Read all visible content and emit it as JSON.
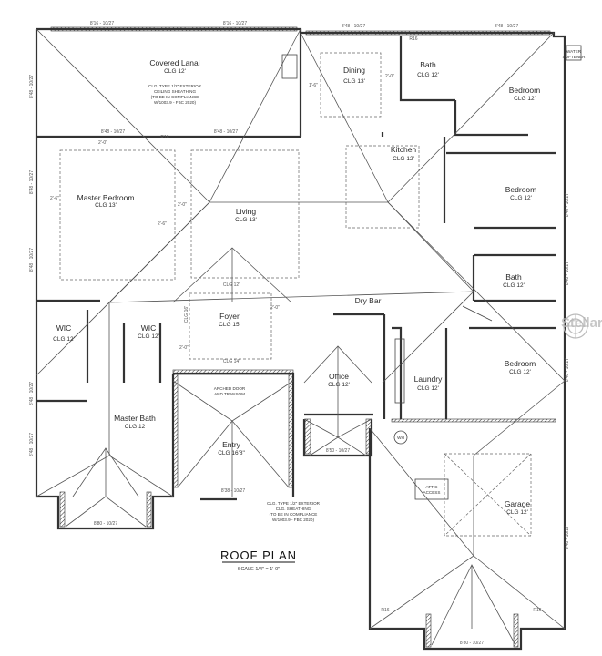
{
  "plan_title": "ROOF PLAN",
  "plan_scale": "SCALE 1/4\" = 1'-0\"",
  "rooms": {
    "covered_lanai": {
      "name": "Covered Lanai",
      "ceiling": "CLG 12'"
    },
    "dining": {
      "name": "Dining",
      "ceiling": "CLG 13'"
    },
    "bath1": {
      "name": "Bath",
      "ceiling": "CLG 12'"
    },
    "bedroom1": {
      "name": "Bedroom",
      "ceiling": "CLG 12'"
    },
    "kitchen": {
      "name": "Kitchen",
      "ceiling": "CLG 12'"
    },
    "master_bedroom": {
      "name": "Master Bedroom",
      "ceiling": "CLG 13'"
    },
    "living": {
      "name": "Living",
      "ceiling": "CLG 13'"
    },
    "bedroom2": {
      "name": "Bedroom",
      "ceiling": "CLG 12'"
    },
    "bath2": {
      "name": "Bath",
      "ceiling": "CLG 12'"
    },
    "dry_bar": {
      "name": "Dry Bar"
    },
    "wic1": {
      "name": "WIC",
      "ceiling": "CLG 12'"
    },
    "wic2": {
      "name": "WIC",
      "ceiling": "CLG 12'"
    },
    "foyer": {
      "name": "Foyer",
      "ceiling": "CLG 15'"
    },
    "bedroom3": {
      "name": "Bedroom",
      "ceiling": "CLG 12'"
    },
    "office": {
      "name": "Office",
      "ceiling": "CLG 12'"
    },
    "laundry": {
      "name": "Laundry",
      "ceiling": "CLG 12'"
    },
    "master_bath": {
      "name": "Master Bath",
      "ceiling": "CLG 12"
    },
    "entry": {
      "name": "Entry",
      "ceiling": "CLG 16'8\""
    },
    "garage": {
      "name": "Garage",
      "ceiling": "CLG 12'"
    }
  },
  "notes": {
    "lanai_note": [
      "CLG. TYPE 1/2\" EXTERIOR",
      "CEILING SHEATHING",
      "(TO BE IN COMPLIANCE",
      "W/1003.9 - FBC 2020)"
    ],
    "entry_note": [
      "CLG. TYPE 1/2\" EXTERIOR",
      "CLG. SHEATHING",
      "(TO BE IN COMPLIANCE",
      "W/1003.9 - FBC 2020)"
    ],
    "arch_door": [
      "ARCHED DOOR",
      "AND TRANSOM"
    ],
    "attic_access": [
      "ATTIC",
      "ACCESS"
    ],
    "water_softener": [
      "WATER",
      "SOFTENER"
    ],
    "wh": "WH"
  },
  "dimensions": {
    "top1": "8'16 - 10/27",
    "top2": "8'16 - 10/27",
    "top3": "8'48 - 10/27",
    "top4": "8'48 - 10/27",
    "mid1": "8'48 - 10/27",
    "mid2": "8'48 - 10/27",
    "left1": "8'48 - 10/27",
    "left2": "8'48 - 10/27",
    "left3": "8'48 - 10/27",
    "left4": "8'48 - 10/27",
    "left5": "8'48 - 10/27",
    "right1": "8'48 - 10/27",
    "right2": "8'48 - 10/27",
    "right3": "8'48 - 10/27",
    "right4": "8'48 - 10/27",
    "bot_bay1": "8'80 - 10/27",
    "bot_office": "8'50 - 10/27",
    "bot_entry": "8'38 - 10/27",
    "bot_garage": "8'80 - 10/27",
    "h2_0": "2'-0\"",
    "h2_6": "2'-6\"",
    "h1_6": "1'-6\"",
    "clg12": "CLG 12'",
    "clg14": "CLG 14'",
    "clg16": "CLG 16'",
    "r1": "R16",
    "r2": "R16",
    "r3": "R16",
    "r4": "R16"
  },
  "watermark": {
    "text": "Stellar",
    "icon": "mls-logo-icon"
  }
}
